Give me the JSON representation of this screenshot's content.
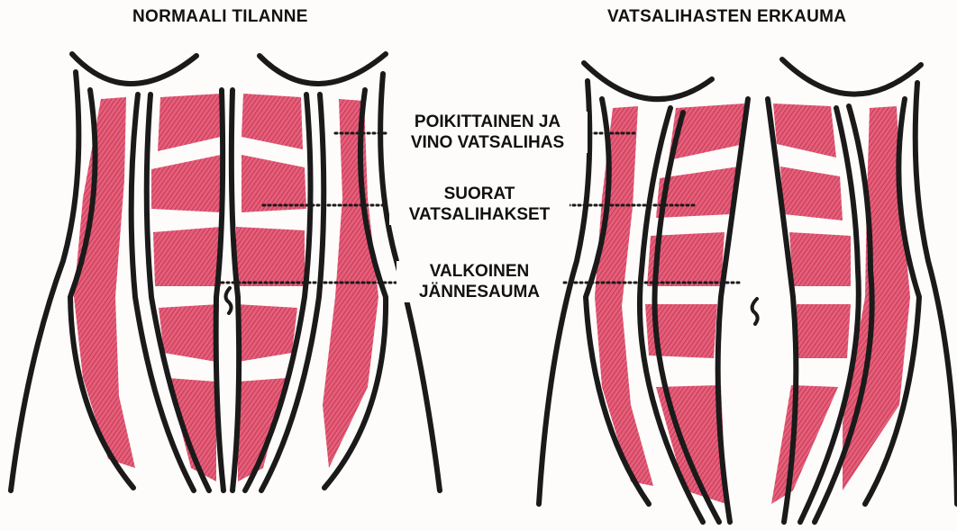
{
  "titles": {
    "normal": "NORMAALI TILANNE",
    "diastasis": "VATSALIHASTEN ERKAUMA"
  },
  "labels": {
    "oblique": {
      "line1": "POIKITTAINEN JA",
      "line2": "VINO VATSALIHAS"
    },
    "rectus": {
      "line1": "SUORAT",
      "line2": "VATSALIHAKSET"
    },
    "linea_alba": {
      "line1": "VALKOINEN",
      "line2": "JÄNNESAUMA"
    }
  },
  "colors": {
    "muscle": "#d93a5c",
    "outline": "#1a1a1a",
    "background": "#fdfcfa"
  }
}
